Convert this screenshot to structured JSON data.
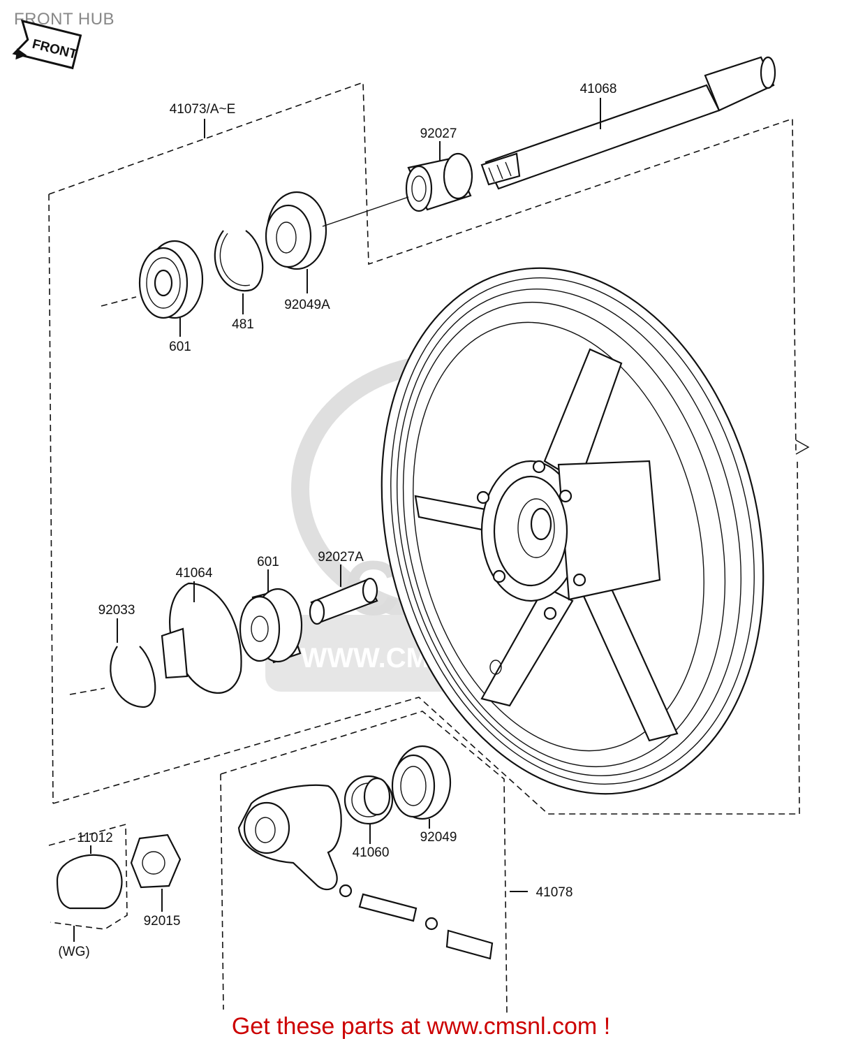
{
  "title": "FRONT HUB",
  "front_badge": "FRONT",
  "watermark": {
    "logo_text": "CMS",
    "url_text": "WWW.CMSNL.COM"
  },
  "labels": {
    "p41073": "41073/A~E",
    "p41068": "41068",
    "p92027": "92027",
    "p92049A": "92049A",
    "p481": "481",
    "p601a": "601",
    "p41064": "41064",
    "p601b": "601",
    "p92027A": "92027A",
    "p92033": "92033",
    "p11012": "11012",
    "p92015": "92015",
    "pWG": "(WG)",
    "p41060": "41060",
    "p92049": "92049",
    "p41078": "41078"
  },
  "footer": "Get these parts at www.cmsnl.com !",
  "colors": {
    "footer": "#cc0000",
    "line": "#111111",
    "watermark": "#d9d9d9"
  }
}
